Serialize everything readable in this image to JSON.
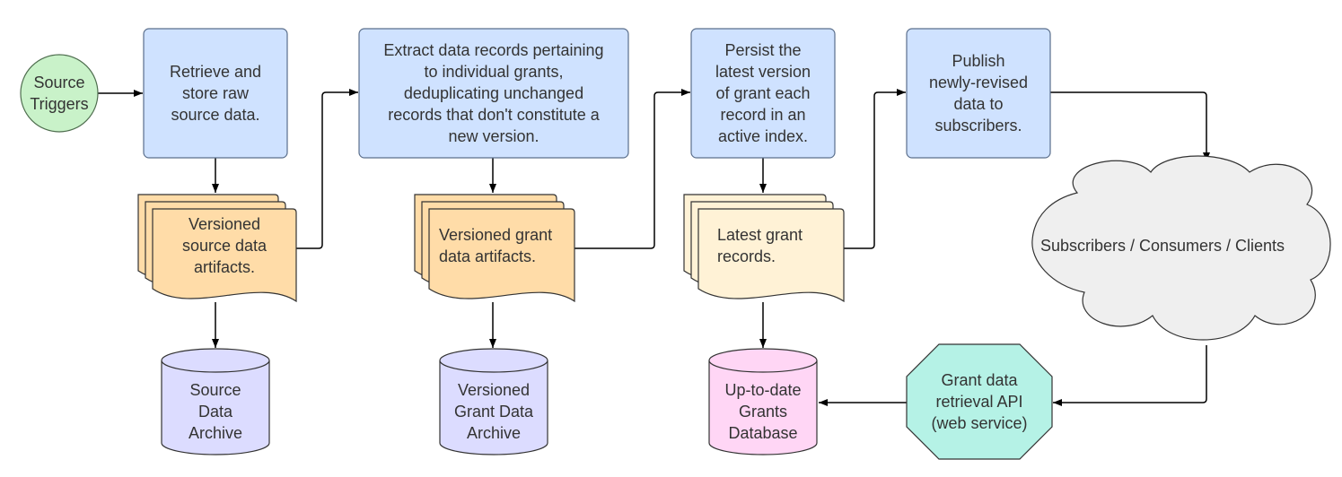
{
  "nodes": {
    "source_triggers": "Source\nTriggers",
    "retrieve": "Retrieve and\nstore raw\nsource data.",
    "extract": "Extract data records pertaining\nto individual grants,\ndeduplicating unchanged\nrecords that don't constitute a\nnew version.",
    "persist": "Persist the\nlatest version\nof grant each\nrecord in an\nactive index.",
    "publish": "Publish\nnewly-revised\ndata to\nsubscribers.",
    "versioned_source_artifacts": "Versioned\nsource data\nartifacts.",
    "versioned_grant_artifacts": "Versioned grant\ndata artifacts.",
    "latest_grant_records": "Latest grant\nrecords.",
    "source_data_archive": "Source\nData\nArchive",
    "versioned_grant_archive": "Versioned\nGrant Data\nArchive",
    "grants_database": "Up-to-date\nGrants\nDatabase",
    "subscribers": "Subscribers / Consumers / Clients",
    "api": "Grant data\nretrieval API\n(web service)"
  },
  "colors": {
    "process_fill": "#cfe2ff",
    "process_stroke": "#5b6f8c",
    "trigger_fill": "#c9f2c9",
    "trigger_stroke": "#4f6e4f",
    "artifact_fill": "#ffdca8",
    "artifact_stroke": "#333333",
    "latest_fill": "#fff2d6",
    "archive_fill": "#dcdcff",
    "database_fill": "#ffd6f5",
    "cloud_fill": "#efefef",
    "api_fill": "#b5f2e6",
    "line": "#000000"
  }
}
